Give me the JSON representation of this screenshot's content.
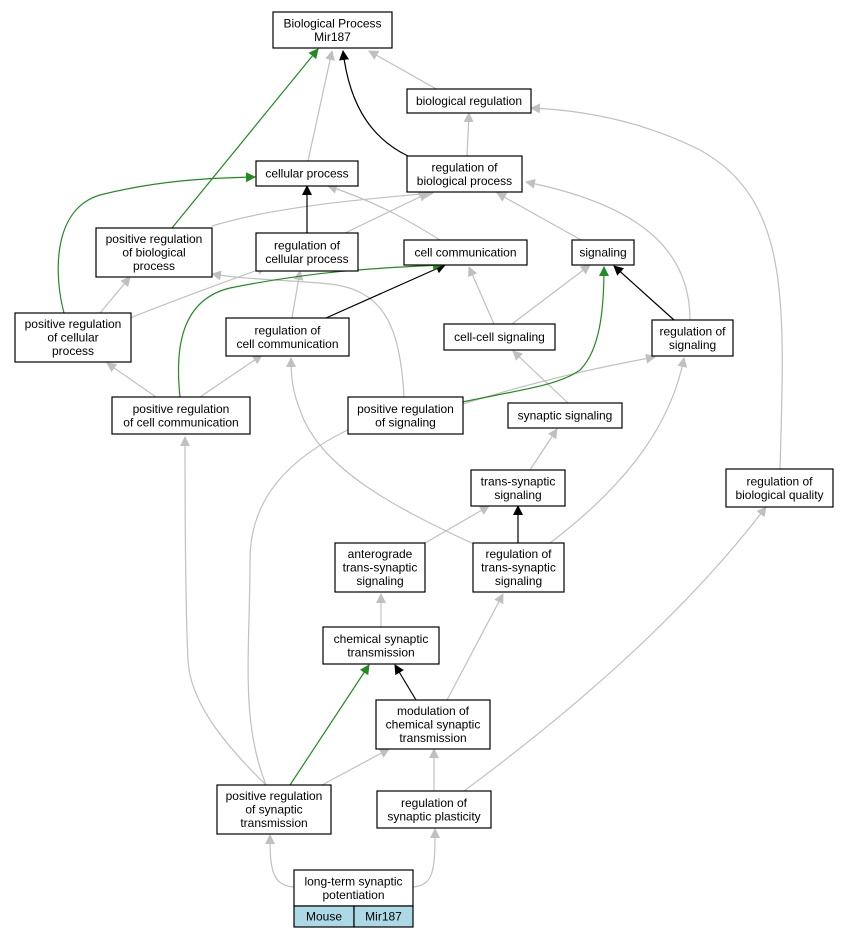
{
  "colors": {
    "gray_edge": "#c0c0c0",
    "black_edge": "#000000",
    "green_edge": "#228b22",
    "legend_fill": "#add8e6"
  },
  "nodes": {
    "bp": [
      "Biological Process",
      "Mir187"
    ],
    "br": [
      "biological regulation"
    ],
    "cp": [
      "cellular process"
    ],
    "rbp": [
      "regulation of",
      "biological process"
    ],
    "prbp": [
      "positive regulation",
      "of biological",
      "process"
    ],
    "rcp": [
      "regulation of",
      "cellular process"
    ],
    "cc": [
      "cell communication"
    ],
    "sig": [
      "signaling"
    ],
    "prcp": [
      "positive regulation",
      "of cellular",
      "process"
    ],
    "rcc": [
      "regulation of",
      "cell communication"
    ],
    "ccs": [
      "cell-cell signaling"
    ],
    "rsig": [
      "regulation of",
      "signaling"
    ],
    "prcc": [
      "positive regulation",
      "of cell communication"
    ],
    "prsig": [
      "positive regulation",
      "of signaling"
    ],
    "ss": [
      "synaptic signaling"
    ],
    "tss": [
      "trans-synaptic",
      "signaling"
    ],
    "rbq": [
      "regulation of",
      "biological quality"
    ],
    "atss": [
      "anterograde",
      "trans-synaptic",
      "signaling"
    ],
    "rtss": [
      "regulation of",
      "trans-synaptic",
      "signaling"
    ],
    "cst": [
      "chemical synaptic",
      "transmission"
    ],
    "mcst": [
      "modulation of",
      "chemical synaptic",
      "transmission"
    ],
    "prst": [
      "positive regulation",
      "of synaptic",
      "transmission"
    ],
    "rsp": [
      "regulation of",
      "synaptic plasticity"
    ],
    "ltp": [
      "long-term synaptic",
      "potentiation"
    ]
  },
  "legend": [
    "Mouse",
    "Mir187"
  ]
}
